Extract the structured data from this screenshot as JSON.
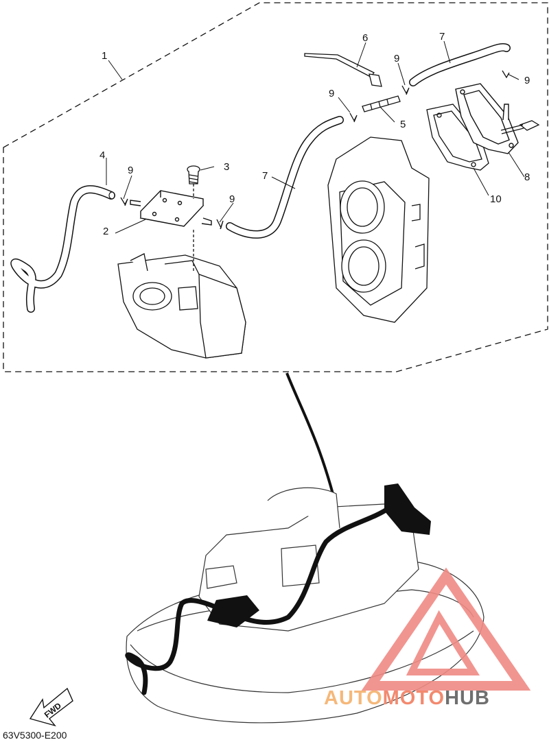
{
  "callouts": {
    "c1": "1",
    "c2": "2",
    "c3": "3",
    "c4": "4",
    "c5": "5",
    "c6": "6",
    "c7a": "7",
    "c7b": "7",
    "c8": "8",
    "c9a": "9",
    "c9b": "9",
    "c9c": "9",
    "c9d": "9",
    "c9e": "9",
    "c10": "10"
  },
  "fwd_label": "FWD",
  "reference_code": "63V5300-E200",
  "watermark": {
    "part1": "AUTO",
    "part2": "MOTO",
    "part3": "HUB"
  },
  "colors": {
    "line": "#111111",
    "watermark_red": "#f08a84",
    "watermark_orange": "#f5b87a",
    "watermark_gray": "#6f6f6f"
  }
}
